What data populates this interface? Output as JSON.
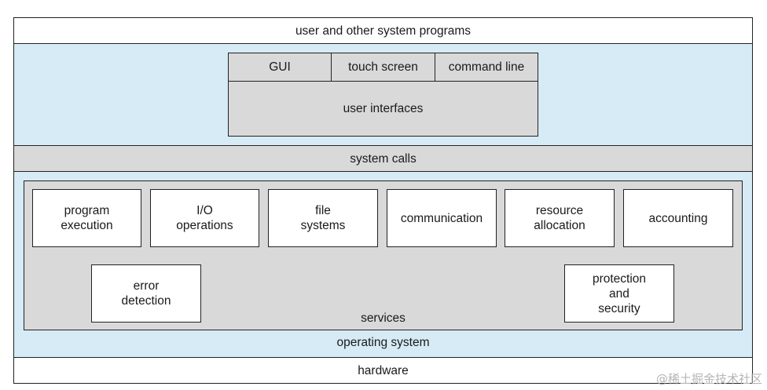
{
  "user_programs": "user and other system programs",
  "user_interfaces": {
    "gui": "GUI",
    "touch_screen": "touch screen",
    "command_line": "command line",
    "label": "user interfaces"
  },
  "system_calls": "system calls",
  "services": {
    "program_execution": "program\nexecution",
    "io_operations": "I/O\noperations",
    "file_systems": "file\nsystems",
    "communication": "communication",
    "resource_allocation": "resource\nallocation",
    "accounting": "accounting",
    "error_detection": "error\ndetection",
    "protection_security": "protection\nand\nsecurity",
    "label": "services"
  },
  "operating_system": "operating system",
  "hardware": "hardware",
  "watermark": "@稀土掘金技术社区",
  "colors": {
    "os_blue": "#d6ebf5",
    "gray": "#d9d9d9",
    "white": "#ffffff"
  }
}
